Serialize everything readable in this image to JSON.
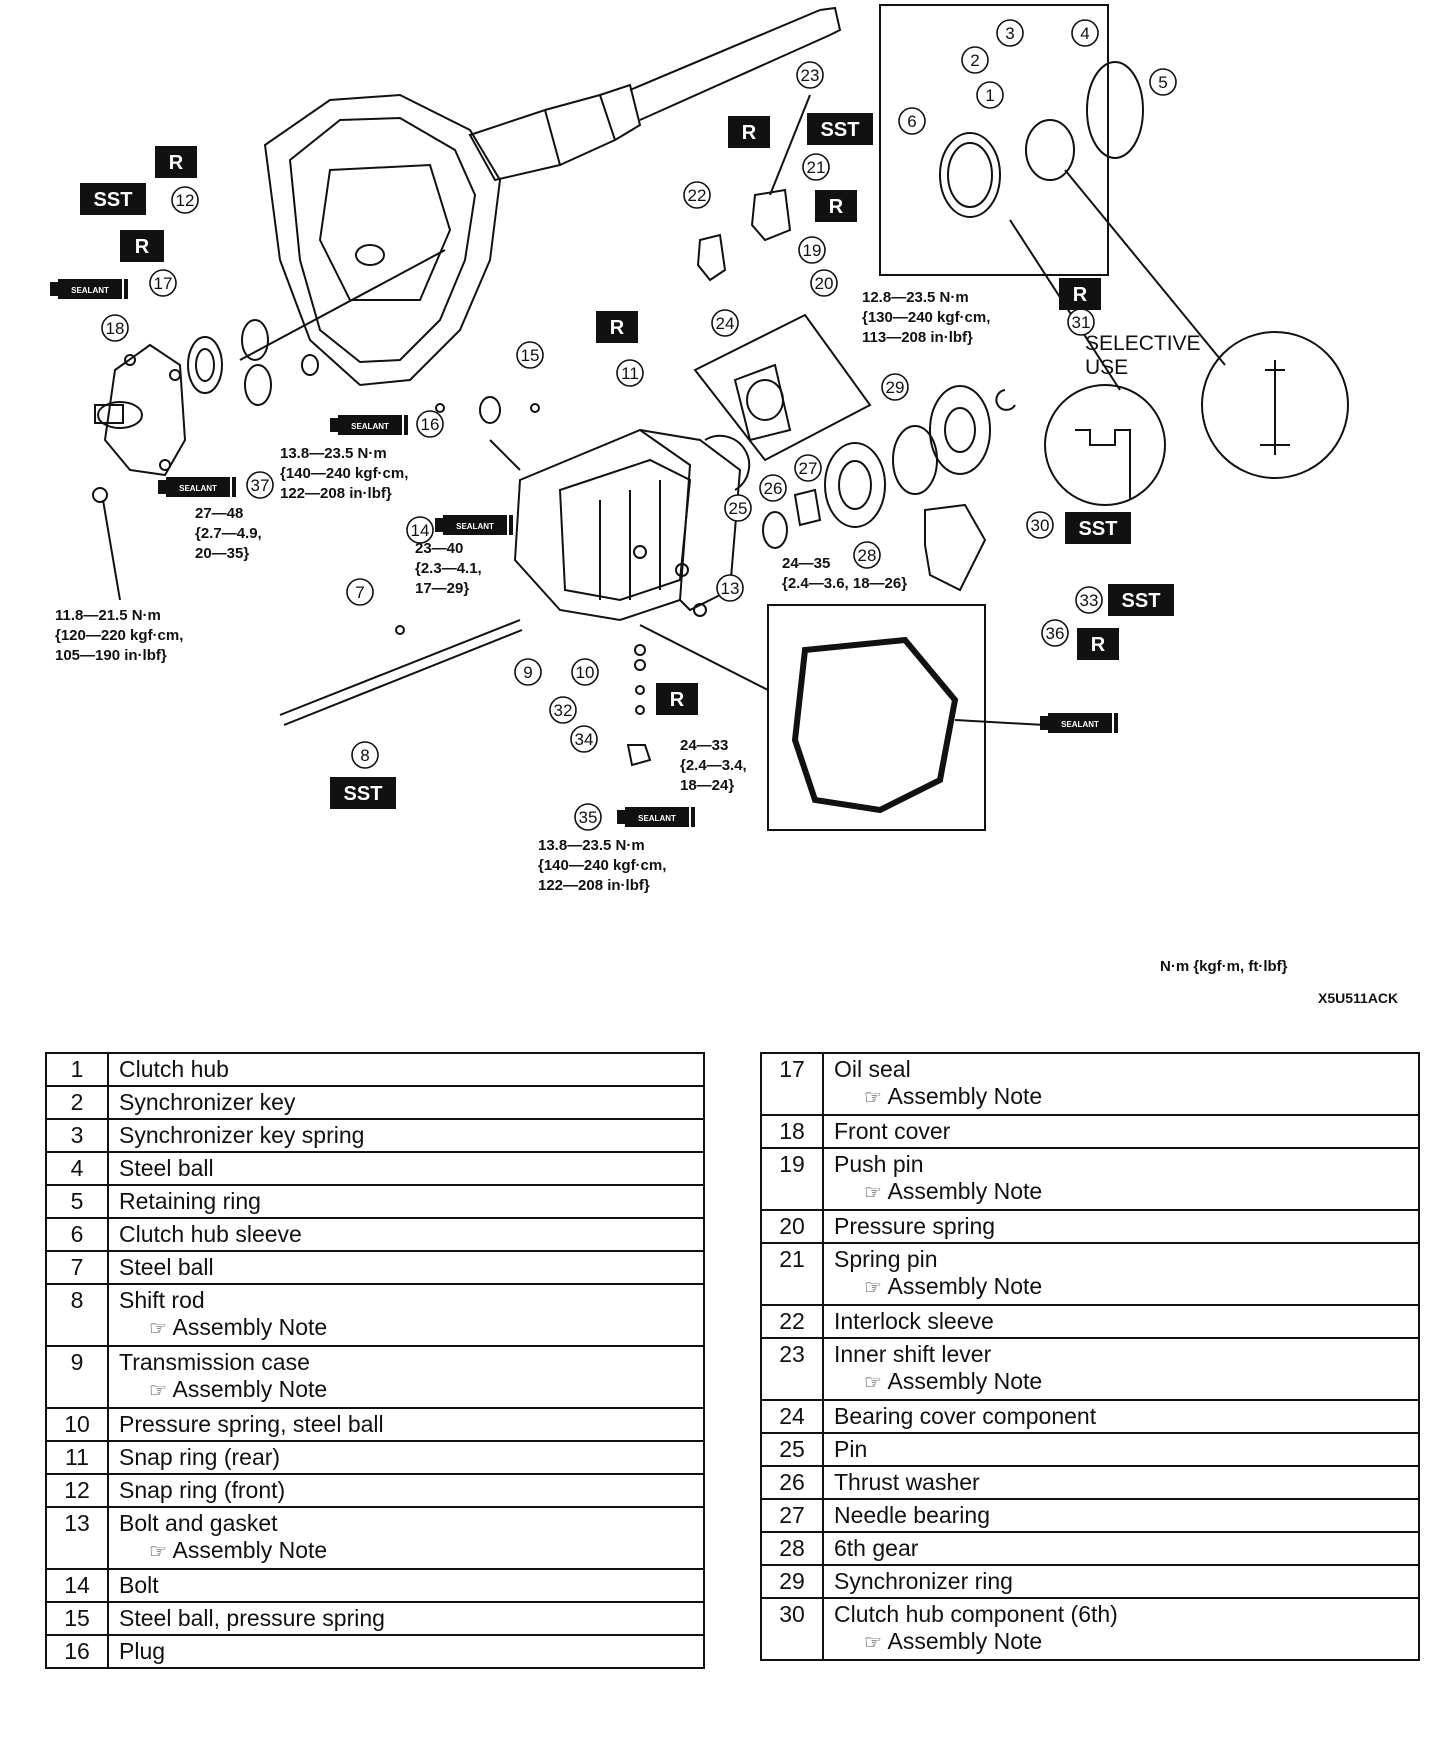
{
  "diagram": {
    "callouts": [
      "1",
      "2",
      "3",
      "4",
      "5",
      "6",
      "7",
      "8",
      "9",
      "10",
      "11",
      "12",
      "13",
      "14",
      "15",
      "16",
      "17",
      "18",
      "19",
      "20",
      "21",
      "22",
      "23",
      "24",
      "25",
      "26",
      "27",
      "28",
      "29",
      "30",
      "31",
      "32",
      "33",
      "34",
      "35",
      "36",
      "37"
    ],
    "badges": {
      "r": "R",
      "sst": "SST",
      "sealant": "SEALANT"
    },
    "selective_use": [
      "SELECTIVE",
      "USE"
    ],
    "torques": {
      "t_bearing_cover": [
        "12.8—23.5 N·m",
        "{130—240 kgf·cm,",
        "113—208 in·lbf}"
      ],
      "t_front_bolt": [
        "13.8—23.5 N·m",
        "{140—240 kgf·cm,",
        "122—208 in·lbf}"
      ],
      "t_37": [
        "27—48",
        "{2.7—4.9,",
        "20—35}"
      ],
      "t_18": [
        "11.8—21.5 N·m",
        "{120—220 kgf·cm,",
        "105—190 in·lbf}"
      ],
      "t_14": [
        "23—40",
        "{2.3—4.1,",
        "17—29}"
      ],
      "t_13a": [
        "24—35",
        "{2.4—3.6, 18—26}"
      ],
      "t_13b": [
        "24—33",
        "{2.4—3.4,",
        "18—24}"
      ],
      "t_35": [
        "13.8—23.5 N·m",
        "{140—240 kgf·cm,",
        "122—208 in·lbf}"
      ]
    },
    "units": "N·m {kgf·m, ft·lbf}",
    "figure_id": "X5U511ACK"
  },
  "parts_left": [
    {
      "no": "1",
      "name": "Clutch hub",
      "note": ""
    },
    {
      "no": "2",
      "name": "Synchronizer key",
      "note": ""
    },
    {
      "no": "3",
      "name": "Synchronizer key spring",
      "note": ""
    },
    {
      "no": "4",
      "name": "Steel ball",
      "note": ""
    },
    {
      "no": "5",
      "name": "Retaining ring",
      "note": ""
    },
    {
      "no": "6",
      "name": "Clutch hub sleeve",
      "note": ""
    },
    {
      "no": "7",
      "name": "Steel ball",
      "note": ""
    },
    {
      "no": "8",
      "name": "Shift rod",
      "note": "Assembly Note"
    },
    {
      "no": "9",
      "name": "Transmission case",
      "note": "Assembly Note"
    },
    {
      "no": "10",
      "name": "Pressure spring, steel ball",
      "note": ""
    },
    {
      "no": "11",
      "name": "Snap ring (rear)",
      "note": ""
    },
    {
      "no": "12",
      "name": "Snap ring (front)",
      "note": ""
    },
    {
      "no": "13",
      "name": "Bolt and gasket",
      "note": "Assembly Note"
    },
    {
      "no": "14",
      "name": "Bolt",
      "note": ""
    },
    {
      "no": "15",
      "name": "Steel ball, pressure spring",
      "note": ""
    },
    {
      "no": "16",
      "name": "Plug",
      "note": ""
    }
  ],
  "parts_right": [
    {
      "no": "17",
      "name": "Oil seal",
      "note": "Assembly Note"
    },
    {
      "no": "18",
      "name": "Front cover",
      "note": ""
    },
    {
      "no": "19",
      "name": "Push pin",
      "note": "Assembly Note"
    },
    {
      "no": "20",
      "name": "Pressure spring",
      "note": ""
    },
    {
      "no": "21",
      "name": "Spring pin",
      "note": "Assembly Note"
    },
    {
      "no": "22",
      "name": "Interlock sleeve",
      "note": ""
    },
    {
      "no": "23",
      "name": "Inner shift lever",
      "note": "Assembly Note"
    },
    {
      "no": "24",
      "name": "Bearing cover component",
      "note": ""
    },
    {
      "no": "25",
      "name": "Pin",
      "note": ""
    },
    {
      "no": "26",
      "name": "Thrust washer",
      "note": ""
    },
    {
      "no": "27",
      "name": "Needle bearing",
      "note": ""
    },
    {
      "no": "28",
      "name": "6th gear",
      "note": ""
    },
    {
      "no": "29",
      "name": "Synchronizer ring",
      "note": ""
    },
    {
      "no": "30",
      "name": "Clutch hub component (6th)",
      "note": "Assembly Note"
    }
  ]
}
